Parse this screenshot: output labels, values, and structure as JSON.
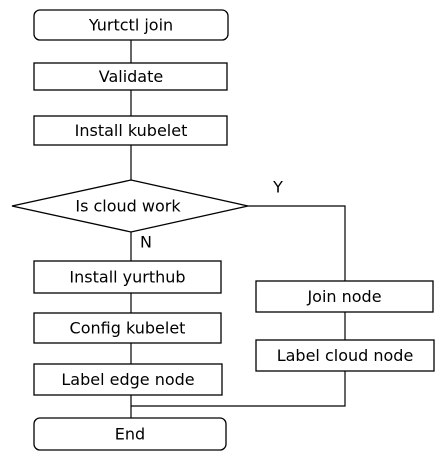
{
  "flowchart": {
    "nodes": {
      "start": "Yurtctl join",
      "validate": "Validate",
      "install_kubelet": "Install kubelet",
      "decision": "Is cloud work",
      "install_yurthub": "Install yurthub",
      "config_kubelet": "Config kubelet",
      "label_edge": "Label edge node",
      "join_node": "Join node",
      "label_cloud": "Label cloud node",
      "end": "End"
    },
    "edges": {
      "yes_label": "Y",
      "no_label": "N"
    }
  }
}
